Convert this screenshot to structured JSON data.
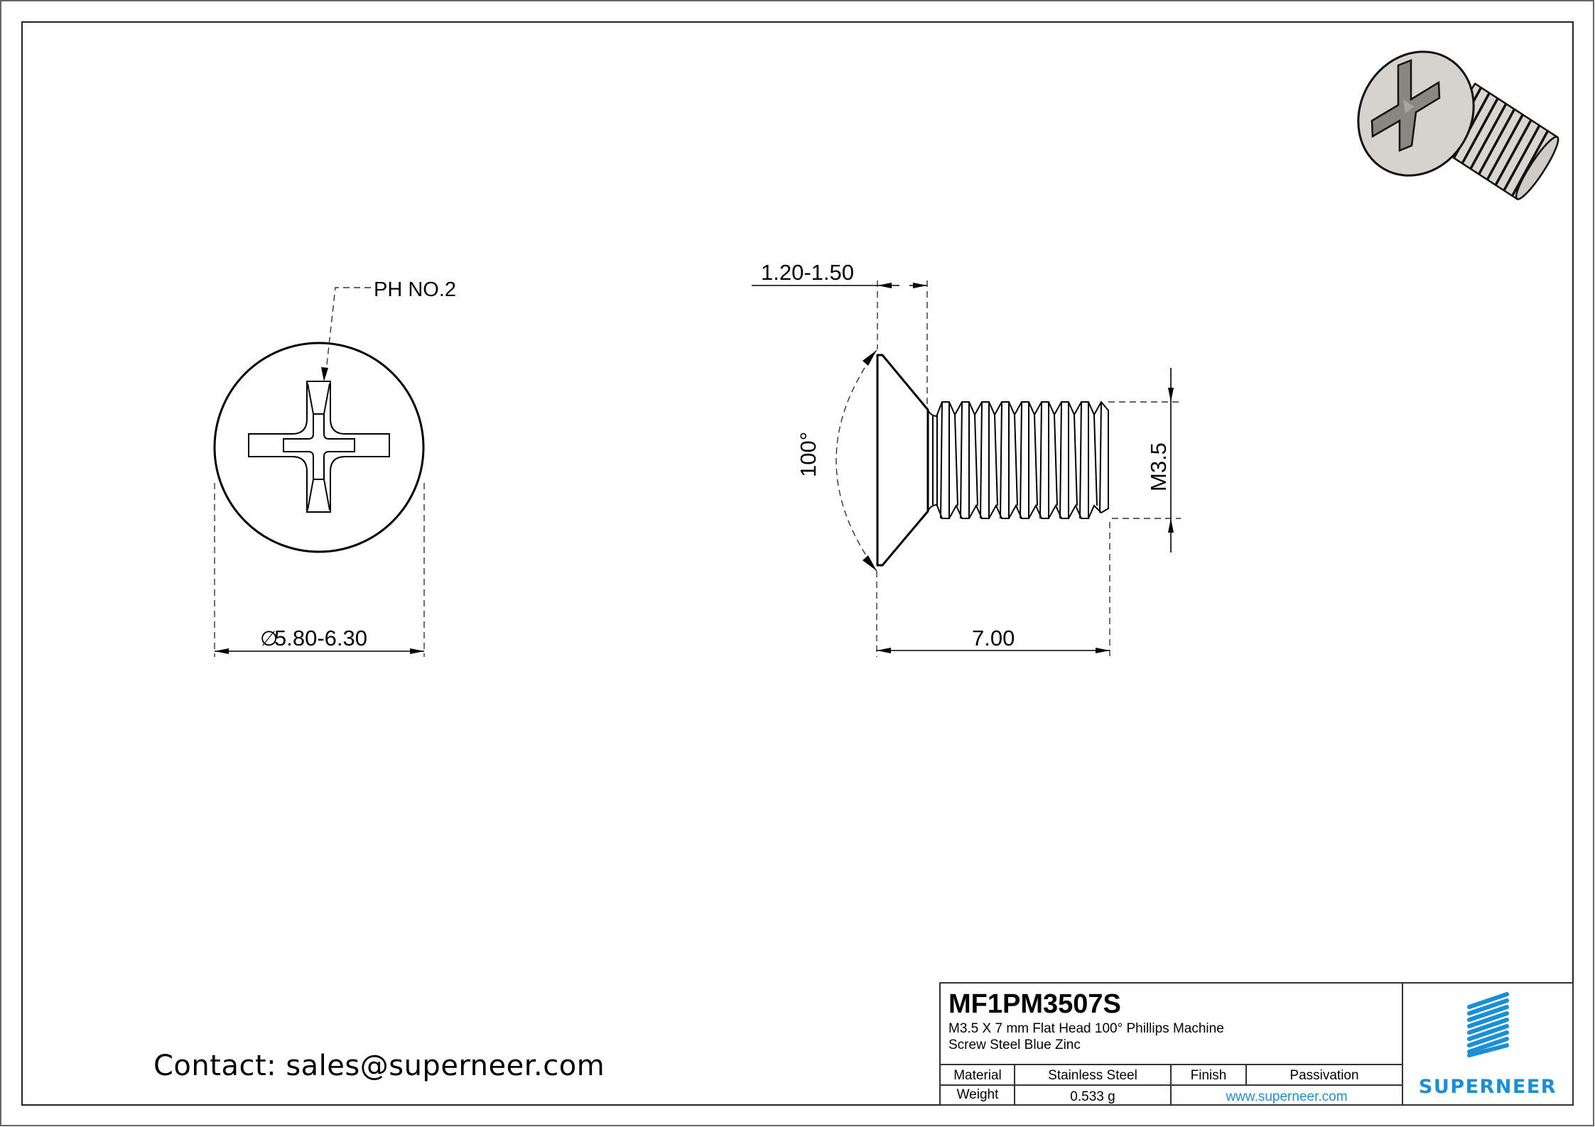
{
  "drawing": {
    "front_view": {
      "drive_label": "PH NO.2",
      "diameter_symbol": "∅",
      "diameter_label": "5.80-6.30"
    },
    "side_view": {
      "head_height_label": "1.20-1.50",
      "head_angle_label": "100°",
      "thread_label": "M3.5",
      "length_label": "7.00"
    },
    "iso_view": {
      "description": "3D render of flat head Phillips screw"
    }
  },
  "contact": {
    "text": "Contact: sales@superneer.com"
  },
  "title_block": {
    "part_number": "MF1PM3507S",
    "description_line1": "M3.5 X 7 mm  Flat Head 100° Phillips Machine",
    "description_line2": "Screw Steel Blue Zinc",
    "table": {
      "material_label": "Material",
      "material_value": "Stainless Steel",
      "finish_label": "Finish",
      "finish_value": "Passivation",
      "weight_label": "Weight",
      "weight_value": "0.533 g",
      "website": "www.superneer.com"
    },
    "logo": {
      "text": "SUPERNEER",
      "color": "#1a8fd6"
    }
  },
  "colors": {
    "line": "#000000",
    "frame": "#333333",
    "brand": "#1a8fd6",
    "iso_fill": "#d6d3ce"
  }
}
